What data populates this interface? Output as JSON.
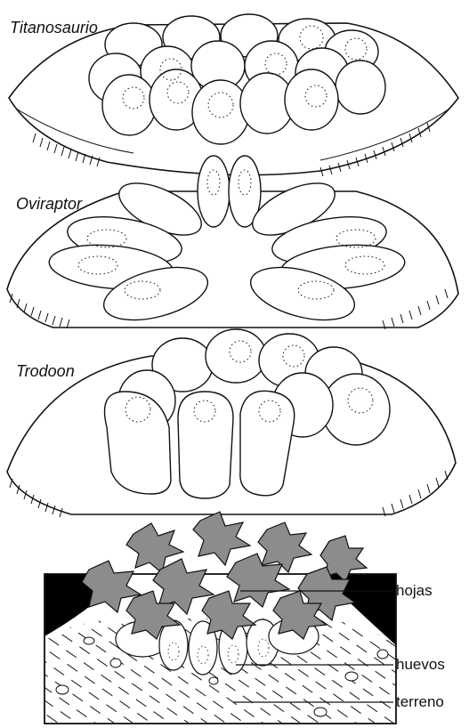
{
  "nests": [
    {
      "name": "Titanosaurio"
    },
    {
      "name": "Oviraptor"
    },
    {
      "name": "Trodoon"
    }
  ],
  "cross_section": {
    "labels": {
      "leaves": "hojas",
      "eggs": "huevos",
      "ground": "terreno"
    }
  },
  "colors": {
    "leaf_fill": "#8c8c8c",
    "dark_fill": "#000000",
    "line": "#111111"
  }
}
